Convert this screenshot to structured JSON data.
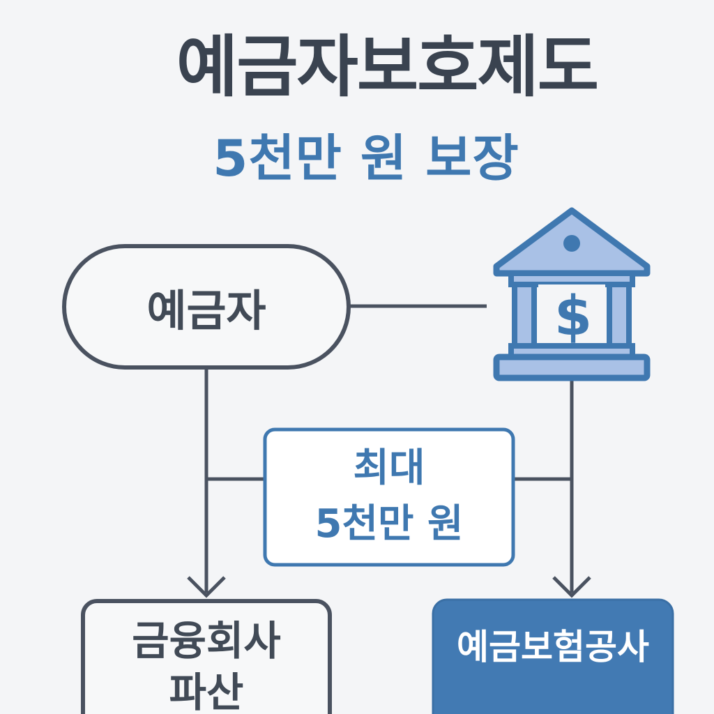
{
  "title": "예금자보호제도",
  "subtitle": "5천만 원 보장",
  "nodes": {
    "depositor": "예금자",
    "max_line1": "최대",
    "max_line2": "5천만 원",
    "bankrupt_line1": "금융회사",
    "bankrupt_line2": "파산",
    "kdic": "예금보험공사"
  },
  "icons": {
    "bank": "bank-building-icon",
    "dollar": "dollar-sign-icon"
  },
  "colors": {
    "dark": "#414a56",
    "accent": "#3f78b0",
    "accent_light": "#a9c1e6",
    "background": "#f4f5f7"
  }
}
